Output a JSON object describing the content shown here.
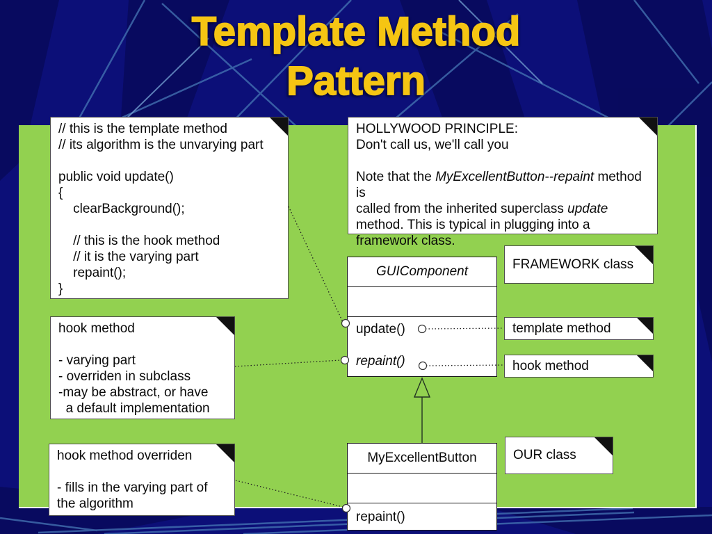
{
  "title": {
    "line1": "Template Method",
    "line2": "Pattern"
  },
  "colors": {
    "background_navy": "#0c0f78",
    "band_navy": "#080a5c",
    "line_blue": "#4677b5",
    "panel_green": "#92d150",
    "title_yellow": "#f5c513",
    "note_white": "#ffffff",
    "fold_black": "#111111",
    "border_gray": "#4d4d4d"
  },
  "icons": {
    "note_fold": "folded-corner",
    "inheritance": "hollow-triangle-arrow"
  },
  "notes": {
    "code": {
      "lines": [
        [
          "// this is the template method"
        ],
        [
          "// its algorithm is the unvarying part"
        ],
        [
          ""
        ],
        [
          "public void update()"
        ],
        [
          "{"
        ],
        [
          "    clearBackground();"
        ],
        [
          ""
        ],
        [
          "    // this is the hook method"
        ],
        [
          "    // it is the varying part"
        ],
        [
          "    repaint();"
        ],
        [
          "}"
        ]
      ]
    },
    "hollywood": {
      "lines": [
        [
          "HOLLYWOOD PRINCIPLE:"
        ],
        [
          "Don't call us, we'll call you"
        ],
        [
          ""
        ],
        [
          "Note that the ",
          {
            "i": "MyExcellentButton--repaint"
          },
          " method is"
        ],
        [
          "called from the inherited superclass ",
          {
            "i": "update"
          }
        ],
        [
          "method. This is typical in plugging into a"
        ],
        [
          "framework class."
        ]
      ]
    },
    "hook": {
      "lines": [
        [
          "hook method"
        ],
        [
          ""
        ],
        [
          "- varying part"
        ],
        [
          "- overriden in subclass"
        ],
        [
          "-may be abstract, or have"
        ],
        [
          "  a default implementation"
        ]
      ]
    },
    "hook_overridden": {
      "lines": [
        [
          "hook method overriden"
        ],
        [
          ""
        ],
        [
          "- fills in the varying part of"
        ],
        [
          "the algorithm"
        ]
      ]
    }
  },
  "labels": {
    "framework": "FRAMEWORK class",
    "template_method": "template method",
    "hook_method": "hook method",
    "our": "OUR class"
  },
  "classes": {
    "gui": {
      "name": "GUIComponent",
      "method_update": "update()",
      "method_repaint": "repaint()"
    },
    "button": {
      "name": "MyExcellentButton",
      "method_repaint": "repaint()"
    }
  }
}
